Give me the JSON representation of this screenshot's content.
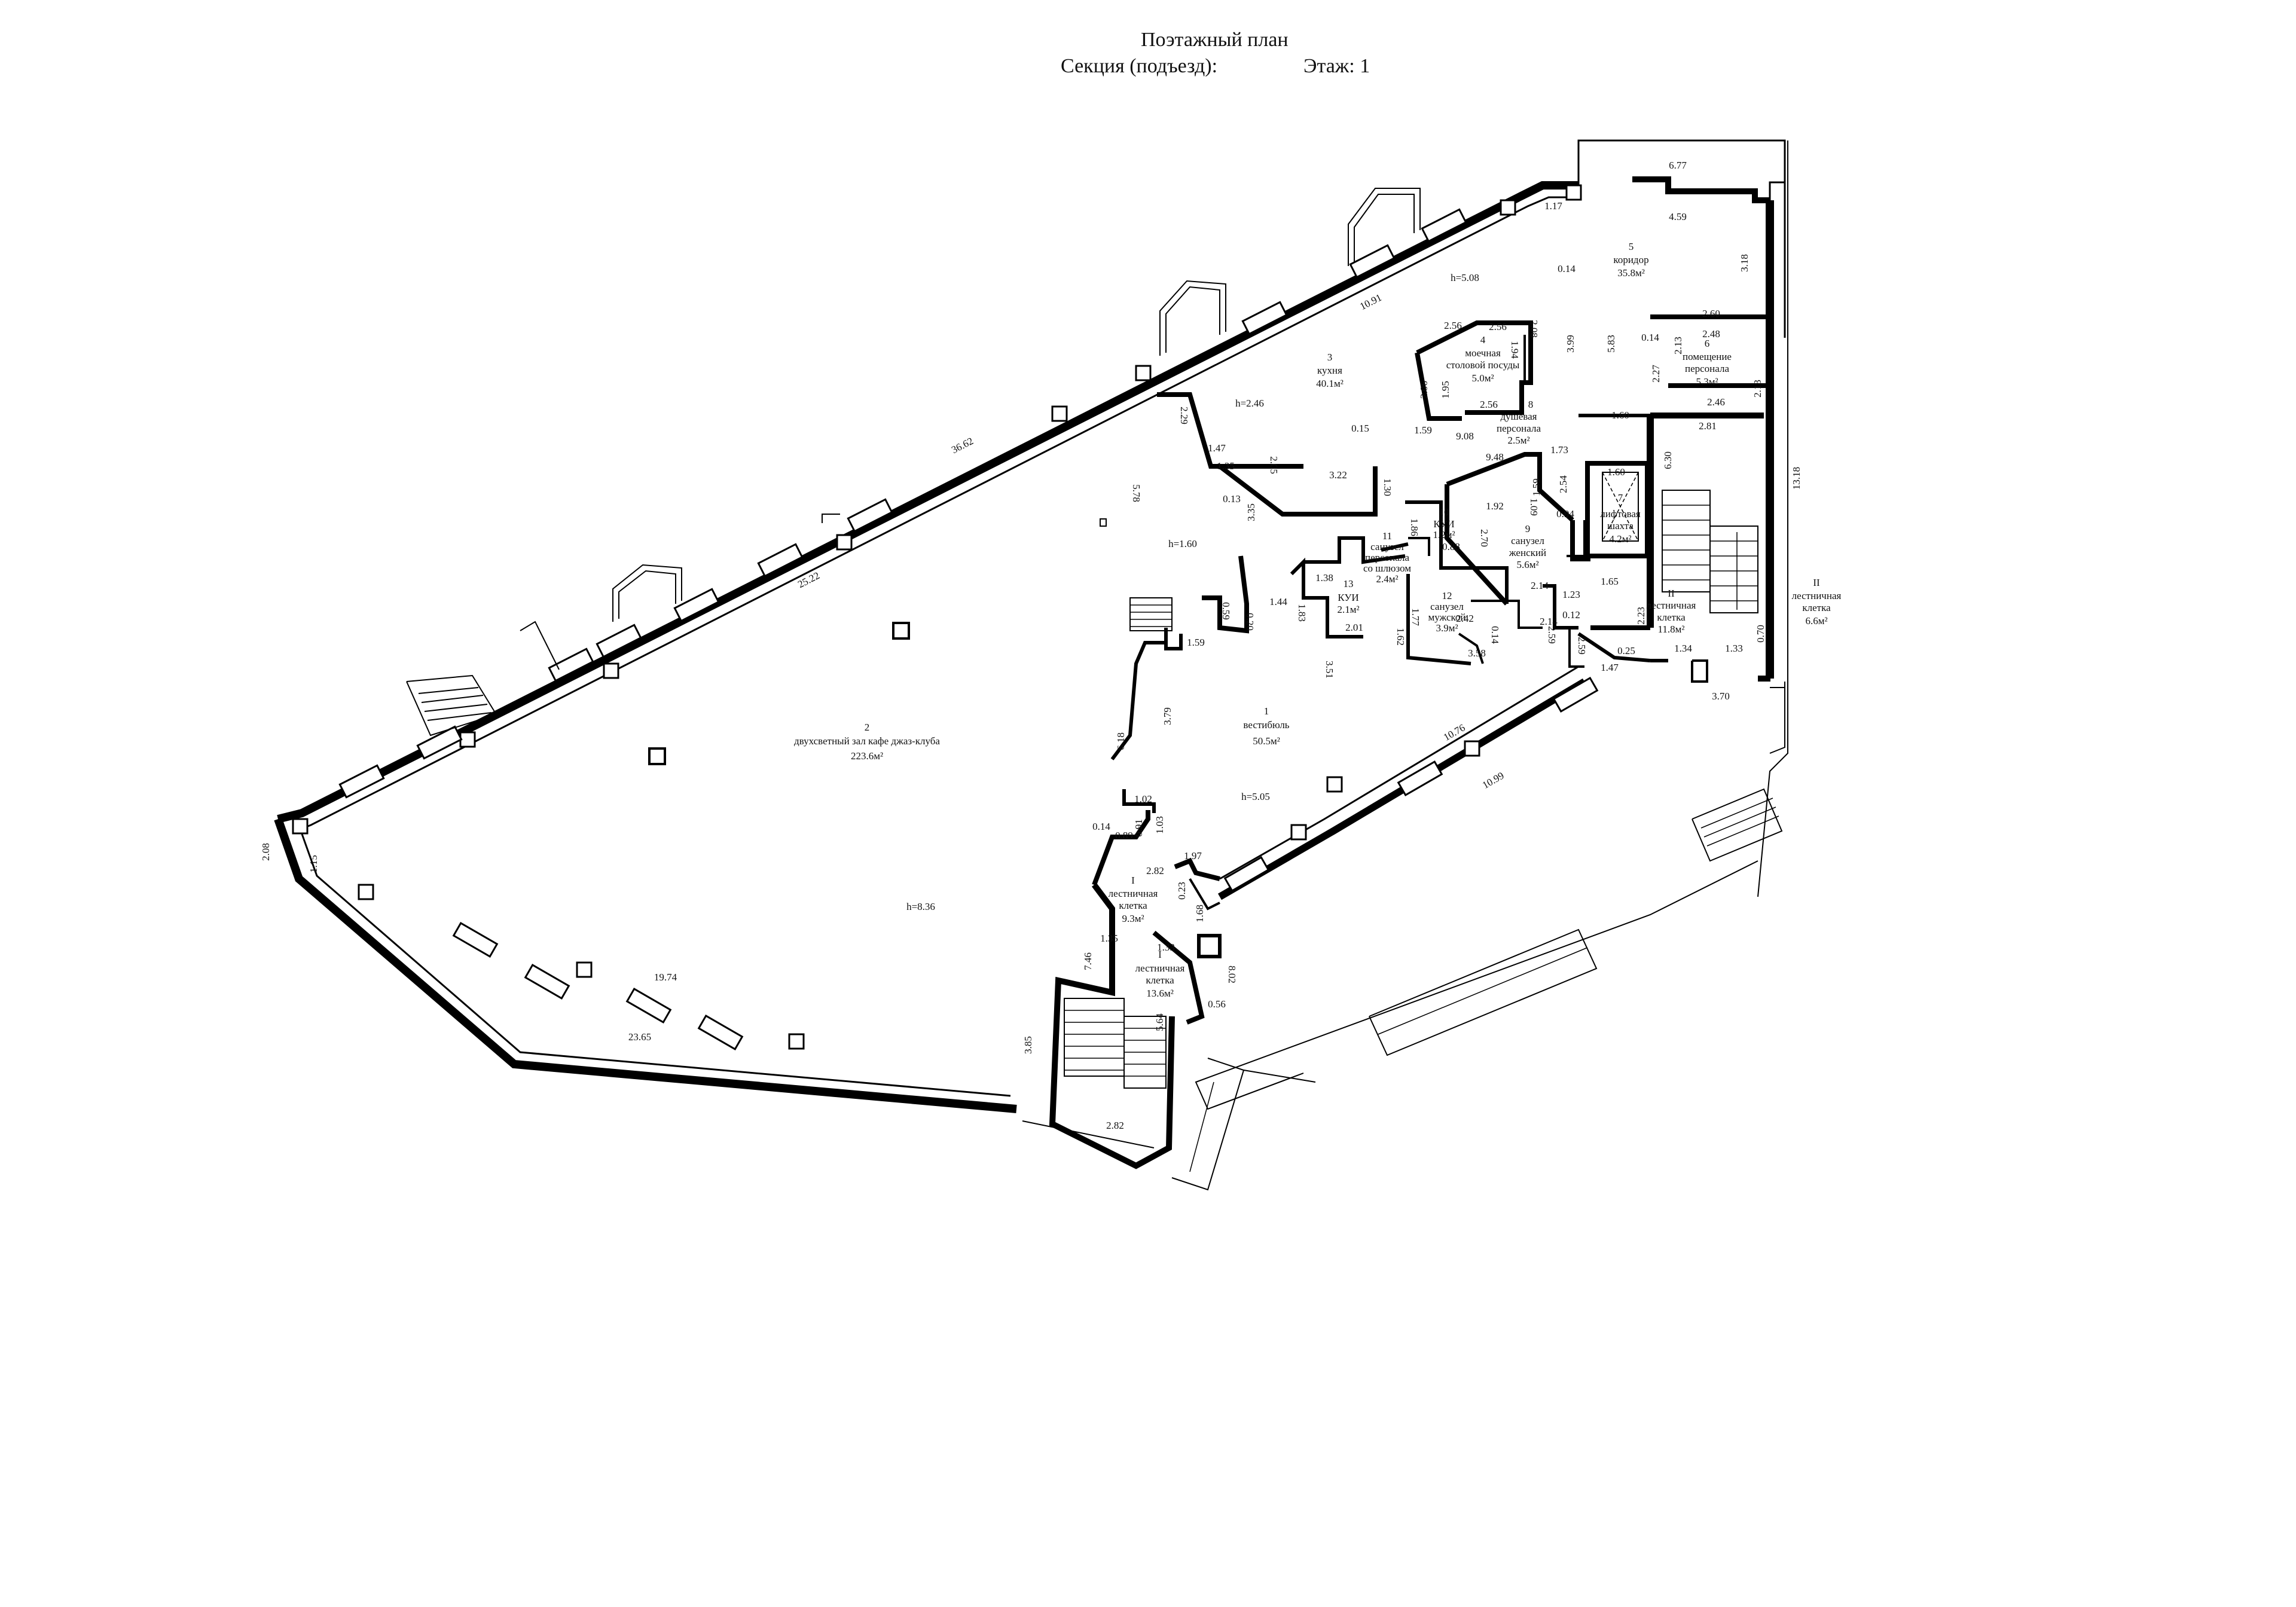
{
  "header": {
    "title": "Поэтажный план",
    "section_label": "Секция (подъезд):",
    "floor_label": "Этаж: 1"
  },
  "rooms": [
    {
      "num": "1",
      "name": "вестибюль",
      "area": "50.5м²"
    },
    {
      "num": "2",
      "name": "двухсветный зал кафе джаз-клуба",
      "area": "223.6м²"
    },
    {
      "num": "3",
      "name": "кухня",
      "area": "40.1м²"
    },
    {
      "num": "4",
      "name1": "моечная",
      "name2": "столовой посуды",
      "area": "5.0м²"
    },
    {
      "num": "5",
      "name": "коридор",
      "area": "35.8м²"
    },
    {
      "num": "6",
      "name1": "помещение",
      "name2": "персонала",
      "area": "5.3м²"
    },
    {
      "num": "7",
      "name1": "лифтовая",
      "name2": "шахта",
      "area": "4.2м²"
    },
    {
      "num": "8",
      "name1": "душевая",
      "name2": "персонала",
      "area": "2.5м²"
    },
    {
      "num": "9",
      "name1": "санузел",
      "name2": "женский",
      "area": "5.6м²"
    },
    {
      "num": "10",
      "name": "КУИ",
      "area": "1.2м²"
    },
    {
      "num": "11",
      "name1": "санузел",
      "name2": "персонала",
      "name3": "со шлюзом",
      "area": "2.4м²"
    },
    {
      "num": "12",
      "name1": "санузел",
      "name2": "мужской",
      "area": "3.9м²"
    },
    {
      "num": "13",
      "name": "КУИ",
      "area": "2.1м²"
    },
    {
      "num": "I",
      "name1": "лестничная",
      "name2": "клетка",
      "area": "9.3м²"
    },
    {
      "num": "I",
      "name1": "лестничная",
      "name2": "клетка",
      "area": "13.6м²"
    },
    {
      "num": "II",
      "name1": "лестничная",
      "name2": "клетка",
      "area": "11.8м²"
    },
    {
      "num": "II",
      "name1": "лестничная",
      "name2": "клетка",
      "area": "6.6м²"
    }
  ],
  "heights": [
    "h=5.08",
    "h=2.46",
    "h=1.60",
    "h=5.05",
    "h=8.36"
  ],
  "dimensions": {
    "d3662": "36.62",
    "d2522": "25.22",
    "d1091": "10.91",
    "d117": "1.17",
    "d677": "6.77",
    "d459": "4.59",
    "d014a": "0.14",
    "d318": "3.18",
    "d399": "3.99",
    "d583": "5.83",
    "d260": "2.60",
    "d248": "2.48",
    "d213a": "2.13",
    "d014b": "0.14",
    "d227": "2.27",
    "d213b": "2.13",
    "d246": "2.46",
    "d160a": "1.60",
    "d281": "2.81",
    "d630": "6.30",
    "d1318": "13.18",
    "d160b": "1.60",
    "d256a": "2.56",
    "d256b": "2.56",
    "d208": "2.08",
    "d194": "1.94",
    "d206": "2.06",
    "d195": "1.95",
    "d256c": "2.56",
    "d908": "9.08",
    "d229": "2.29",
    "d147a": "1.47",
    "d135": "1.35",
    "d205": "2.05",
    "d322": "3.22",
    "d015": "0.15",
    "d159a": "1.59",
    "d130": "1.30",
    "d578": "5.78",
    "d013": "0.13",
    "d335": "3.35",
    "d948": "9.48",
    "d173": "1.73",
    "d254": "2.54",
    "d159b": "1.59",
    "d109": "1.09",
    "d094": "0.94",
    "d192": "1.92",
    "d270": "2.70",
    "d088": "0.88",
    "d186": "1.86",
    "d138": "1.38",
    "d144": "1.44",
    "d183": "1.83",
    "d201": "2.01",
    "d162": "1.62",
    "d177": "1.77",
    "d242": "2.42",
    "d214a": "2.14",
    "d014c": "0.14",
    "d358": "3.58",
    "d351": "3.51",
    "d214b": "2.14",
    "d123": "1.23",
    "d012": "0.12",
    "d259a": "2.59",
    "d259b": "2.59",
    "d165": "1.65",
    "d223": "2.23",
    "d134": "1.34",
    "d133a": "1.33",
    "d070": "0.70",
    "d370": "3.70",
    "d025": "0.25",
    "d147b": "1.47",
    "d1076": "10.76",
    "d1099": "10.99",
    "d159c": "1.59",
    "d379": "3.79",
    "d618": "6.18",
    "d102": "1.02",
    "d014d": "0.14",
    "d089": "0.89",
    "d091": "0.91",
    "d103": "1.03",
    "d282a": "2.82",
    "d197": "1.97",
    "d023": "0.23",
    "d168": "1.68",
    "d746": "7.46",
    "d135b": "1.35",
    "d133b": "1.33",
    "d802": "8.02",
    "d564": "5.64",
    "d056": "0.56",
    "d385": "3.85",
    "d282b": "2.82",
    "d208b": "2.08",
    "d115": "1.15",
    "d1974": "19.74",
    "d2365": "23.65",
    "d059": "0.59",
    "d020": "0.20"
  }
}
